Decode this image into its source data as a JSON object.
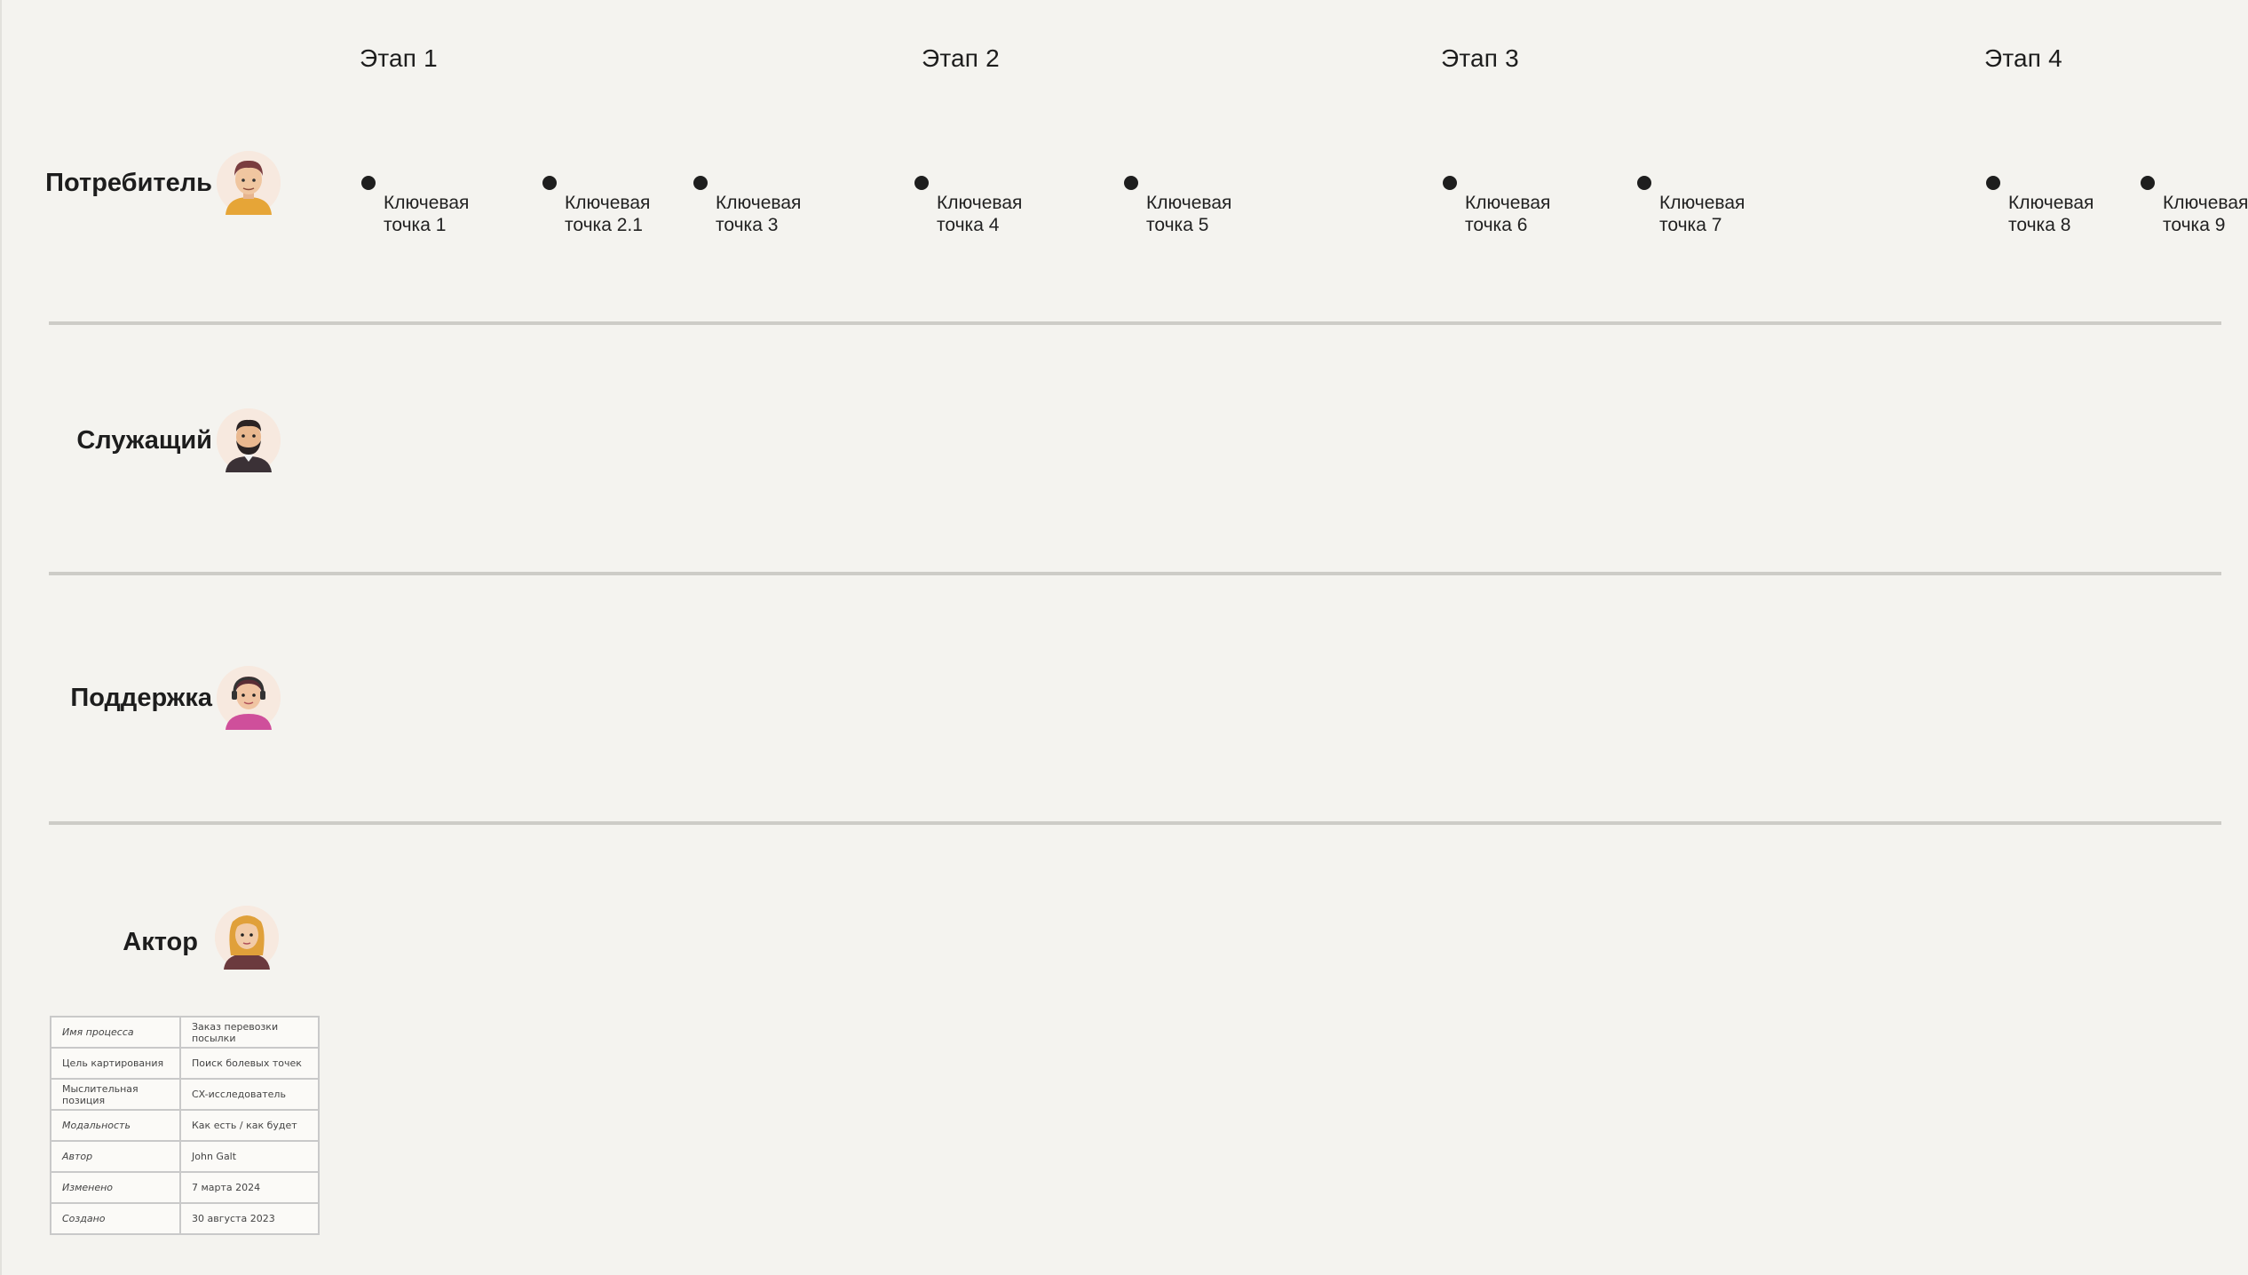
{
  "stages": [
    "Этап 1",
    "Этап 2",
    "Этап 3",
    "Этап 4"
  ],
  "actors": [
    {
      "label": "Потребитель",
      "icon": "consumer-avatar-icon"
    },
    {
      "label": "Служащий",
      "icon": "employee-avatar-icon"
    },
    {
      "label": "Поддержка",
      "icon": "support-avatar-icon"
    },
    {
      "label": "Актор",
      "icon": "actor-avatar-icon"
    }
  ],
  "touchpoints": [
    "Ключевая\nточка 1",
    "Ключевая\nточка 2.1",
    "Ключевая\nточка 3",
    "Ключевая\nточка 4",
    "Ключевая\nточка 5",
    "Ключевая\nточка 6",
    "Ключевая\nточка 7",
    "Ключевая\nточка 8",
    "Ключевая\nточка 9"
  ],
  "meta_table": [
    {
      "key": "Имя процесса",
      "value": "Заказ перевозки посылки"
    },
    {
      "key": "Цель картирования",
      "value": "Поиск болевых точек"
    },
    {
      "key": "Мыслительная позиция",
      "value": "CX-исследователь"
    },
    {
      "key": "Модальность",
      "value": "Как есть / как будет"
    },
    {
      "key": "Автор",
      "value": "John Galt"
    },
    {
      "key": "Изменено",
      "value": "7 марта 2024"
    },
    {
      "key": "Создано",
      "value": "30 августа 2023"
    }
  ],
  "colors": {
    "background": "#f4f3ef",
    "divider": "#cdccc7",
    "dot": "#1e1e1e"
  }
}
